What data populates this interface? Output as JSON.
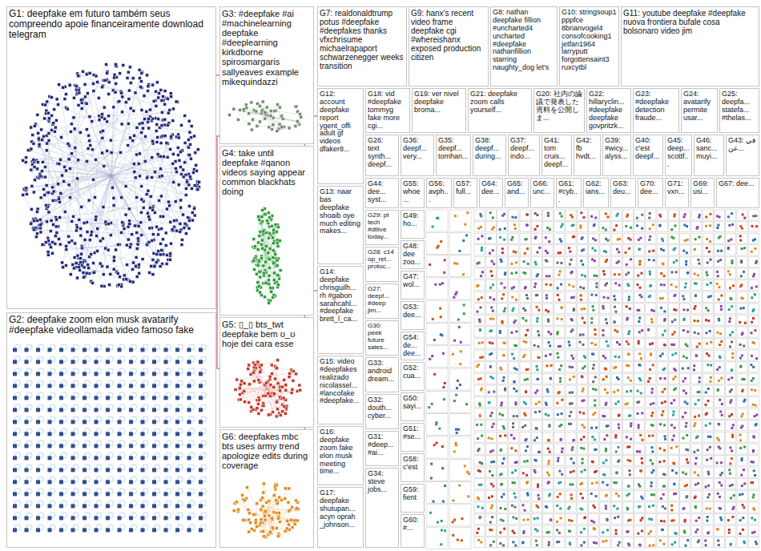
{
  "diagram": {
    "nodes": [
      {
        "text": [
          "G1: deepfake em futuro também seus compreendo apoie financeiramente download telegram"
        ]
      },
      {
        "text": [
          "G2: deepfake zoom elon musk avatarify #deepfake videollamada video famoso fake"
        ]
      },
      {
        "text": [
          "G3: #deepfake #ai #machinelearning deepfake #deeplearning kirkdborne spirosmargaris sallyeaves example mikequindazzi"
        ]
      },
      {
        "text": [
          "G4: take until deepfake #qanon videos saying appear common blackhats doing"
        ]
      },
      {
        "text": [
          "G5: ▯_▯ bts_twt deepfake bem ʊ_ʊ hoje dei cara esse"
        ]
      },
      {
        "text": [
          "G6: deepfakes mbc bts uses army trend apologize edits during coverage"
        ]
      },
      {
        "text": [
          "G7: realdonaldtrump potus #deepfake #deepfakes thanks vfxchrisume michaelrapaport schwarzenegger weeks transition"
        ]
      },
      {
        "text": [
          "G9: hanx's recent video frame deepfake cgi #whereishanx exposed production citizen"
        ]
      },
      {
        "text": [
          "G8: nathan deepfake fillion #uncharted4 uncharted #deepfake nathanfillion starring naughty_dog let's"
        ]
      },
      {
        "text": [
          "G10: stringsoup1 pppfce 8brianvogel4 consofcooking1 jetfan1964 larryputt forgottensaint3 ruxcytbl"
        ]
      },
      {
        "text": [
          "G11: youtube deepfake #deepfake nuova frontiera bufale cosa bolsonaro video jim"
        ]
      },
      {
        "text": [
          "G12: account deepfake report ygent_offi adult gf videos dfaker8..."
        ]
      },
      {
        "text": [
          "G18: vid #deepfake tommyg fake more cgi..."
        ]
      },
      {
        "text": [
          "G19: ver nivel deepfake broma..."
        ]
      },
      {
        "text": [
          "G21: deepfake zoom calls yourself..."
        ]
      },
      {
        "text": [
          "G20: 社内の論議で発表した資料を公開しま..."
        ]
      },
      {
        "text": [
          "G22: hillaryclin... #deepfake deepfake govpritzk..."
        ]
      },
      {
        "text": [
          "G23: #deepfake detection fraude..."
        ]
      },
      {
        "text": [
          "G24: avatarify permite usar..."
        ]
      },
      {
        "text": [
          "G25: deepfa... statefa... #thelas..."
        ]
      },
      {
        "text": [
          "G26: text synth... deepf..."
        ]
      },
      {
        "text": [
          "G36: deepf... very..."
        ]
      },
      {
        "text": [
          "G35: deepf... tomhan..."
        ]
      },
      {
        "text": [
          "G38: deepf... during..."
        ]
      },
      {
        "text": [
          "G37: deepf... indo..."
        ]
      },
      {
        "text": [
          "G41: tom cruis... deepf..."
        ]
      },
      {
        "text": [
          "G42: fb hvdt..."
        ]
      },
      {
        "text": [
          "G39: #wicy... alyss..."
        ]
      },
      {
        "text": [
          "G40: c'est deepf..."
        ]
      },
      {
        "text": [
          "G45: deep... scottf..."
        ]
      },
      {
        "text": [
          "G46: sanc... muyi..."
        ]
      },
      {
        "text": [
          "G43: في عن..."
        ]
      },
      {
        "text": [
          "G44: dee... syst..."
        ]
      },
      {
        "text": [
          "G55: whoe..."
        ]
      },
      {
        "text": [
          "G56: avph..."
        ]
      },
      {
        "text": [
          "G57: full..."
        ]
      },
      {
        "text": [
          "G64: dee..."
        ]
      },
      {
        "text": [
          "G65: and..."
        ]
      },
      {
        "text": [
          "G66: unc..."
        ]
      },
      {
        "text": [
          "G61: #cyb..."
        ]
      },
      {
        "text": [
          "G62: ians..."
        ]
      },
      {
        "text": [
          "G63: deu..."
        ]
      },
      {
        "text": [
          "G70: dee..."
        ]
      },
      {
        "text": [
          "G71: vxn..."
        ]
      },
      {
        "text": [
          "G69: usi..."
        ]
      },
      {
        "text": [
          "G67: dee..."
        ]
      },
      {
        "text": [
          "G13: naar bas deepfake shoaib oye much editing makes..."
        ]
      },
      {
        "text": [
          "G14: deepfake chrisguilh... rh #gabon sarahcahl... #deepfake brett_l_ca..."
        ]
      },
      {
        "text": [
          "G15: video #deepfakes realizado nicolassel... #lancofake #deepfake..."
        ]
      },
      {
        "text": [
          "G16: deepfake zoom fake elon musk meeting time..."
        ]
      },
      {
        "text": [
          "G17: deepfake shutupan... acyn oprah _johnson..."
        ]
      },
      {
        "text": [
          "G29: pt tech #dtlive today..."
        ]
      },
      {
        "text": [
          "G28: c14 op_ret... protoc..."
        ]
      },
      {
        "text": [
          "G27: deepf... #deep jim..."
        ]
      },
      {
        "text": [
          "G30: peek future sales..."
        ]
      },
      {
        "text": [
          "G33: android dream..."
        ]
      },
      {
        "text": [
          "G32: douth... cyber..."
        ]
      },
      {
        "text": [
          "G31: #deep... #ai..."
        ]
      },
      {
        "text": [
          "G34: steve jobs..."
        ]
      },
      {
        "text": [
          "G49: ho..."
        ]
      },
      {
        "text": [
          "G48: dee zoo..."
        ]
      },
      {
        "text": [
          "G47: wol..."
        ]
      },
      {
        "text": [
          "G53: dee..."
        ]
      },
      {
        "text": [
          "G54: de... dee..."
        ]
      },
      {
        "text": [
          "G52: cua..."
        ]
      },
      {
        "text": [
          "G50: sayi..."
        ]
      },
      {
        "text": [
          "G51: #se..."
        ]
      },
      {
        "text": [
          "G58: c'est"
        ]
      },
      {
        "text": [
          "G59: fient"
        ]
      },
      {
        "text": [
          "G60: #..."
        ]
      }
    ],
    "edges": [
      {
        "from": 0,
        "to": 2,
        "arrow": "none"
      },
      {
        "from": 2,
        "to": 3,
        "arrow": "none"
      },
      {
        "from": 2,
        "to": 4,
        "arrow": "none"
      },
      {
        "from": 3,
        "to": 4,
        "arrow": "none"
      },
      {
        "from": 4,
        "to": 5,
        "arrow": "none"
      },
      {
        "from": 2,
        "to": 11,
        "arrow": "none"
      },
      {
        "from": 3,
        "to": 47,
        "arrow": "none"
      }
    ]
  }
}
